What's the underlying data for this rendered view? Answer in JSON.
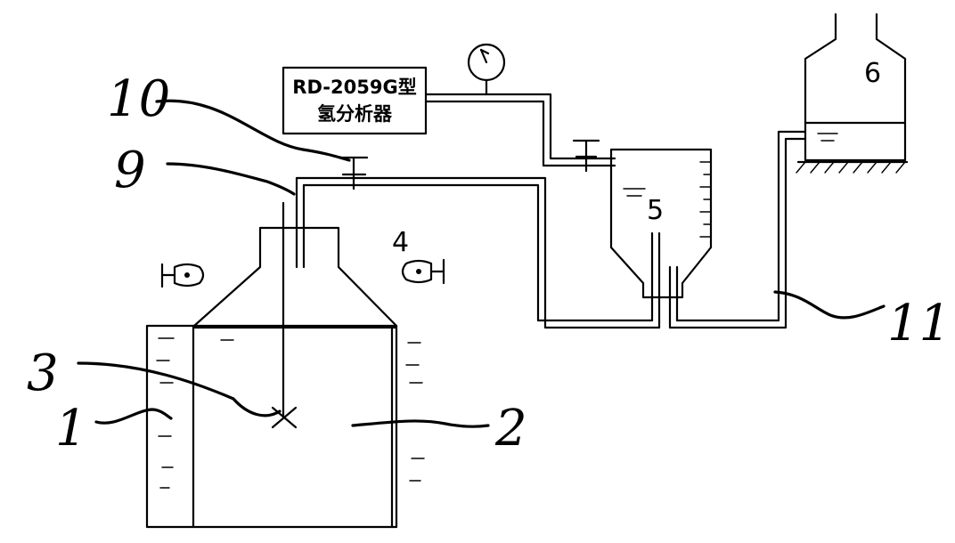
{
  "analyzer": {
    "line1": "RD-2059G型",
    "line2": "氢分析器"
  },
  "labels": {
    "l1": "1",
    "l2": "2",
    "l3": "3",
    "l4": "4",
    "l5": "5",
    "l6": "6",
    "l9": "9",
    "l10": "10",
    "l11": "11"
  }
}
